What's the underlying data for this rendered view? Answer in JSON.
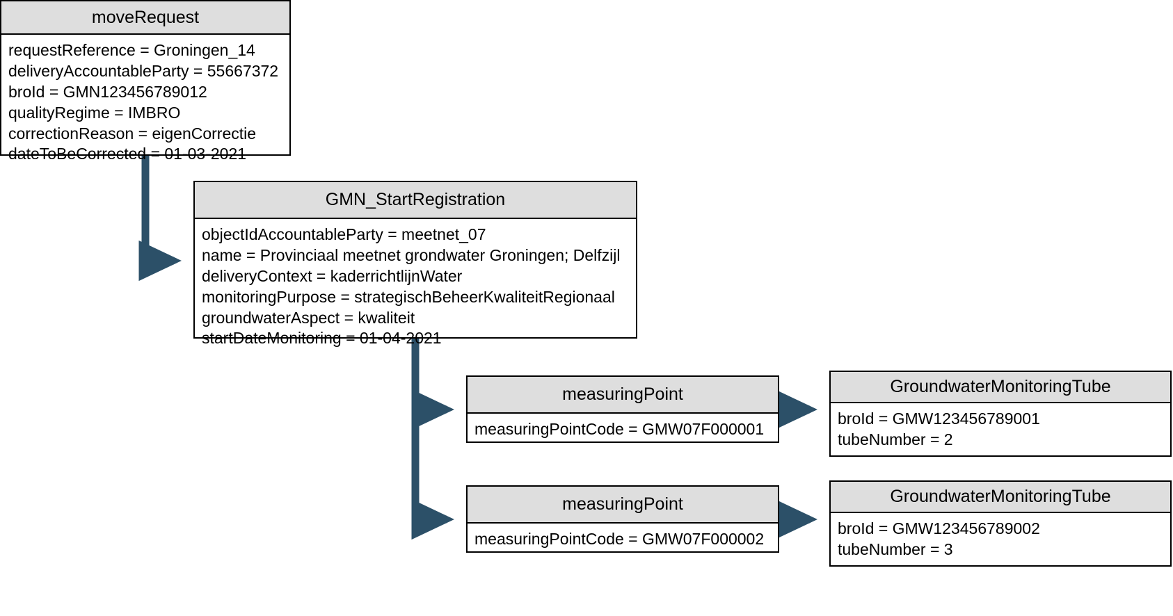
{
  "diagram": {
    "type": "uml-object-diagram",
    "accent_color": "#2C5068",
    "header_fill": "#DEDEDE",
    "border_color": "#000000",
    "background": "#FFFFFF"
  },
  "nodes": {
    "moveRequest": {
      "title": "moveRequest",
      "attributes": [
        "requestReference = Groningen_14",
        "deliveryAccountableParty = 55667372",
        "broId = GMN123456789012",
        "qualityRegime = IMBRO",
        "correctionReason = eigenCorrectie",
        "dateToBeCorrected = 01-03-2021"
      ]
    },
    "gmnStartRegistration": {
      "title": "GMN_StartRegistration",
      "attributes": [
        "objectIdAccountableParty = meetnet_07",
        "name = Provinciaal meetnet grondwater Groningen; Delfzijl",
        "deliveryContext = kaderrichtlijnWater",
        "monitoringPurpose = strategischBeheerKwaliteitRegionaal",
        "groundwaterAspect = kwaliteit",
        "startDateMonitoring = 01-04-2021"
      ]
    },
    "measuringPoint1": {
      "title": "measuringPoint",
      "attributes": [
        "measuringPointCode = GMW07F000001"
      ]
    },
    "measuringPoint2": {
      "title": "measuringPoint",
      "attributes": [
        "measuringPointCode = GMW07F000002"
      ]
    },
    "tube1": {
      "title": "GroundwaterMonitoringTube",
      "attributes": [
        "broId = GMW123456789001",
        "tubeNumber = 2"
      ]
    },
    "tube2": {
      "title": "GroundwaterMonitoringTube",
      "attributes": [
        "broId = GMW123456789002",
        "tubeNumber = 3"
      ]
    }
  },
  "edges": [
    {
      "name": "moveRequest-to-gmnStartRegistration",
      "from": "moveRequest",
      "to": "gmnStartRegistration"
    },
    {
      "name": "gmnStartRegistration-to-measuringPoint1",
      "from": "gmnStartRegistration",
      "to": "measuringPoint1"
    },
    {
      "name": "gmnStartRegistration-to-measuringPoint2",
      "from": "gmnStartRegistration",
      "to": "measuringPoint2"
    },
    {
      "name": "measuringPoint1-to-tube1",
      "from": "measuringPoint1",
      "to": "tube1"
    },
    {
      "name": "measuringPoint2-to-tube2",
      "from": "measuringPoint2",
      "to": "tube2"
    }
  ]
}
